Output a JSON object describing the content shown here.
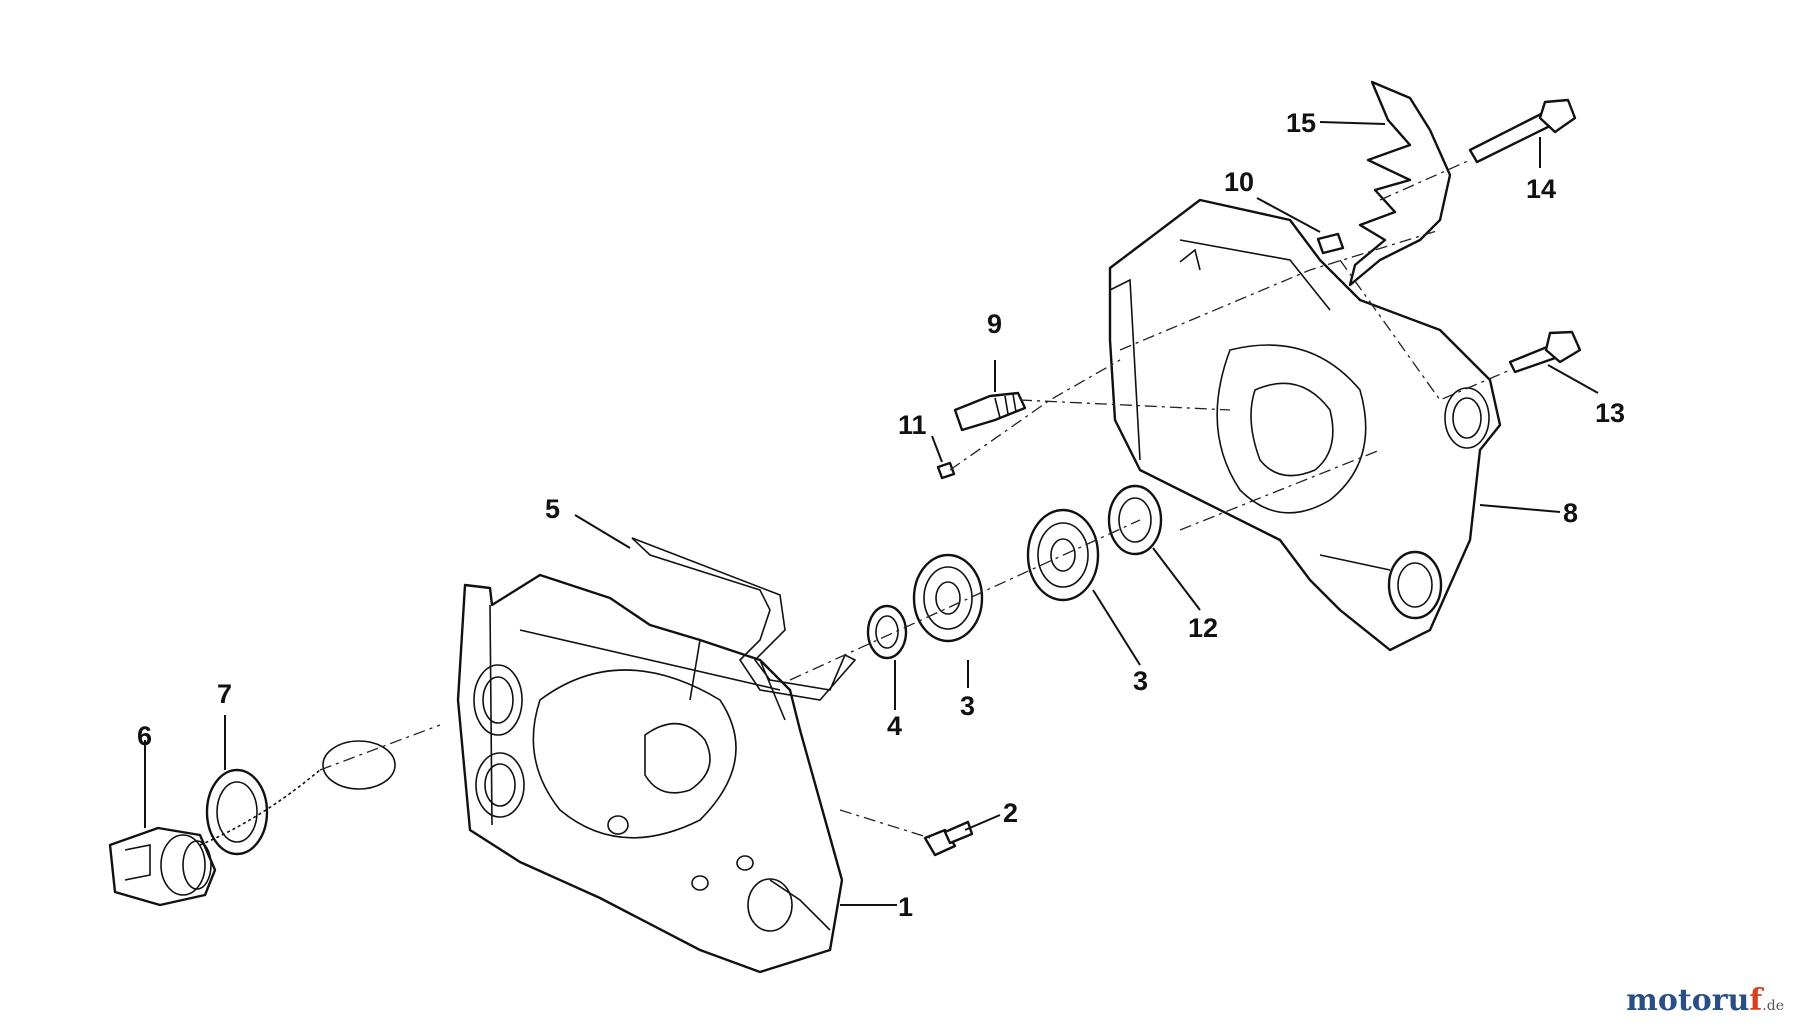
{
  "diagram": {
    "callouts": [
      {
        "id": "c1",
        "label": "1"
      },
      {
        "id": "c2",
        "label": "2"
      },
      {
        "id": "c3a",
        "label": "3"
      },
      {
        "id": "c3b",
        "label": "3"
      },
      {
        "id": "c4",
        "label": "4"
      },
      {
        "id": "c5",
        "label": "5"
      },
      {
        "id": "c6",
        "label": "6"
      },
      {
        "id": "c7",
        "label": "7"
      },
      {
        "id": "c8",
        "label": "8"
      },
      {
        "id": "c9",
        "label": "9"
      },
      {
        "id": "c10",
        "label": "10"
      },
      {
        "id": "c11",
        "label": "11"
      },
      {
        "id": "c12",
        "label": "12"
      },
      {
        "id": "c13",
        "label": "13"
      },
      {
        "id": "c14",
        "label": "14"
      },
      {
        "id": "c15",
        "label": "15"
      }
    ]
  },
  "watermark": {
    "main": "motoru",
    "accent": "f",
    "tld": ".de"
  }
}
